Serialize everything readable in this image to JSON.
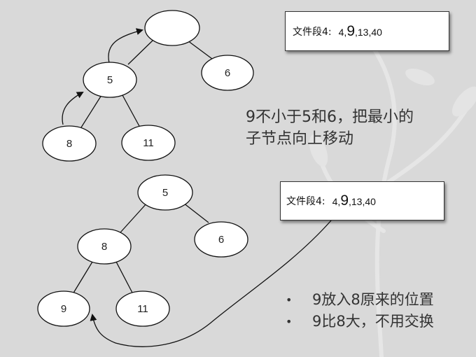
{
  "top_tree": {
    "nodes": {
      "root": "",
      "n5": "5",
      "n6": "6",
      "n8": "8",
      "n11": "11"
    }
  },
  "bottom_tree": {
    "nodes": {
      "root": "5",
      "n8": "8",
      "n6": "6",
      "n9": "9",
      "n11": "11"
    }
  },
  "top_box": {
    "label": "文件段4:",
    "seq_pre": "4,",
    "seq_big": "9",
    "seq_post": ",13,40"
  },
  "bottom_box": {
    "label": "文件段4:",
    "seq_pre": "4,",
    "seq_big": "9",
    "seq_post": ",13,40"
  },
  "caption": {
    "line1": "9不小于5和6，把最小的",
    "line2": "子节点向上移动"
  },
  "bullets": [
    {
      "marker": "•",
      "text": "9放入8原来的位置"
    },
    {
      "marker": "•",
      "text": "9比8大，不用交换"
    }
  ]
}
